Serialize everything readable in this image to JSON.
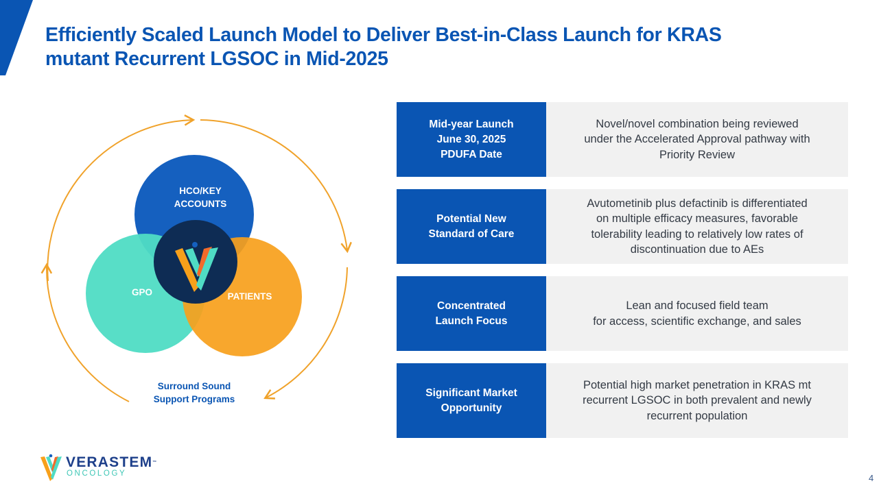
{
  "slide": {
    "title_line1": "Efficiently Scaled Launch Model to Deliver Best-in-Class Launch for KRAS",
    "title_line2": "mutant Recurrent LGSOC in Mid-2025",
    "page_number": "4",
    "colors": {
      "brand_blue": "#0a55b3",
      "teal": "#4fdcc4",
      "orange": "#f7a01b",
      "navy": "#0e2c54",
      "panel_gray": "#f1f1f1"
    }
  },
  "diagram": {
    "circles": [
      {
        "label_line1": "HCO/KEY",
        "label_line2": "ACCOUNTS"
      },
      {
        "label": "GPO"
      },
      {
        "label": "PATIENTS"
      }
    ],
    "center_icon": "verastem-v-logo-icon",
    "cycle_icon": "circular-arrows-icon",
    "caption_line1": "Surround Sound",
    "caption_line2": "Support Programs"
  },
  "rows": [
    {
      "heading": [
        "Mid-year Launch",
        "June 30, 2025",
        "PDUFA Date"
      ],
      "body": [
        "Novel/novel combination being reviewed",
        "under the Accelerated Approval pathway with",
        "Priority Review"
      ]
    },
    {
      "heading": [
        "Potential New",
        "Standard of Care"
      ],
      "body": [
        "Avutometinib plus defactinib is differentiated",
        "on multiple efficacy measures, favorable",
        "tolerability leading to relatively low rates of",
        "discontinuation due to AEs"
      ]
    },
    {
      "heading": [
        "Concentrated",
        "Launch Focus"
      ],
      "body": [
        "Lean and focused field team",
        "for access, scientific exchange, and sales"
      ]
    },
    {
      "heading": [
        "Significant Market",
        "Opportunity"
      ],
      "body": [
        "Potential high market penetration in KRAS mt",
        "recurrent LGSOC in both prevalent and newly",
        "recurrent population"
      ]
    }
  ],
  "logo": {
    "wordmark": "VERASTEM",
    "trademark": "™",
    "subtitle": "ONCOLOGY"
  }
}
